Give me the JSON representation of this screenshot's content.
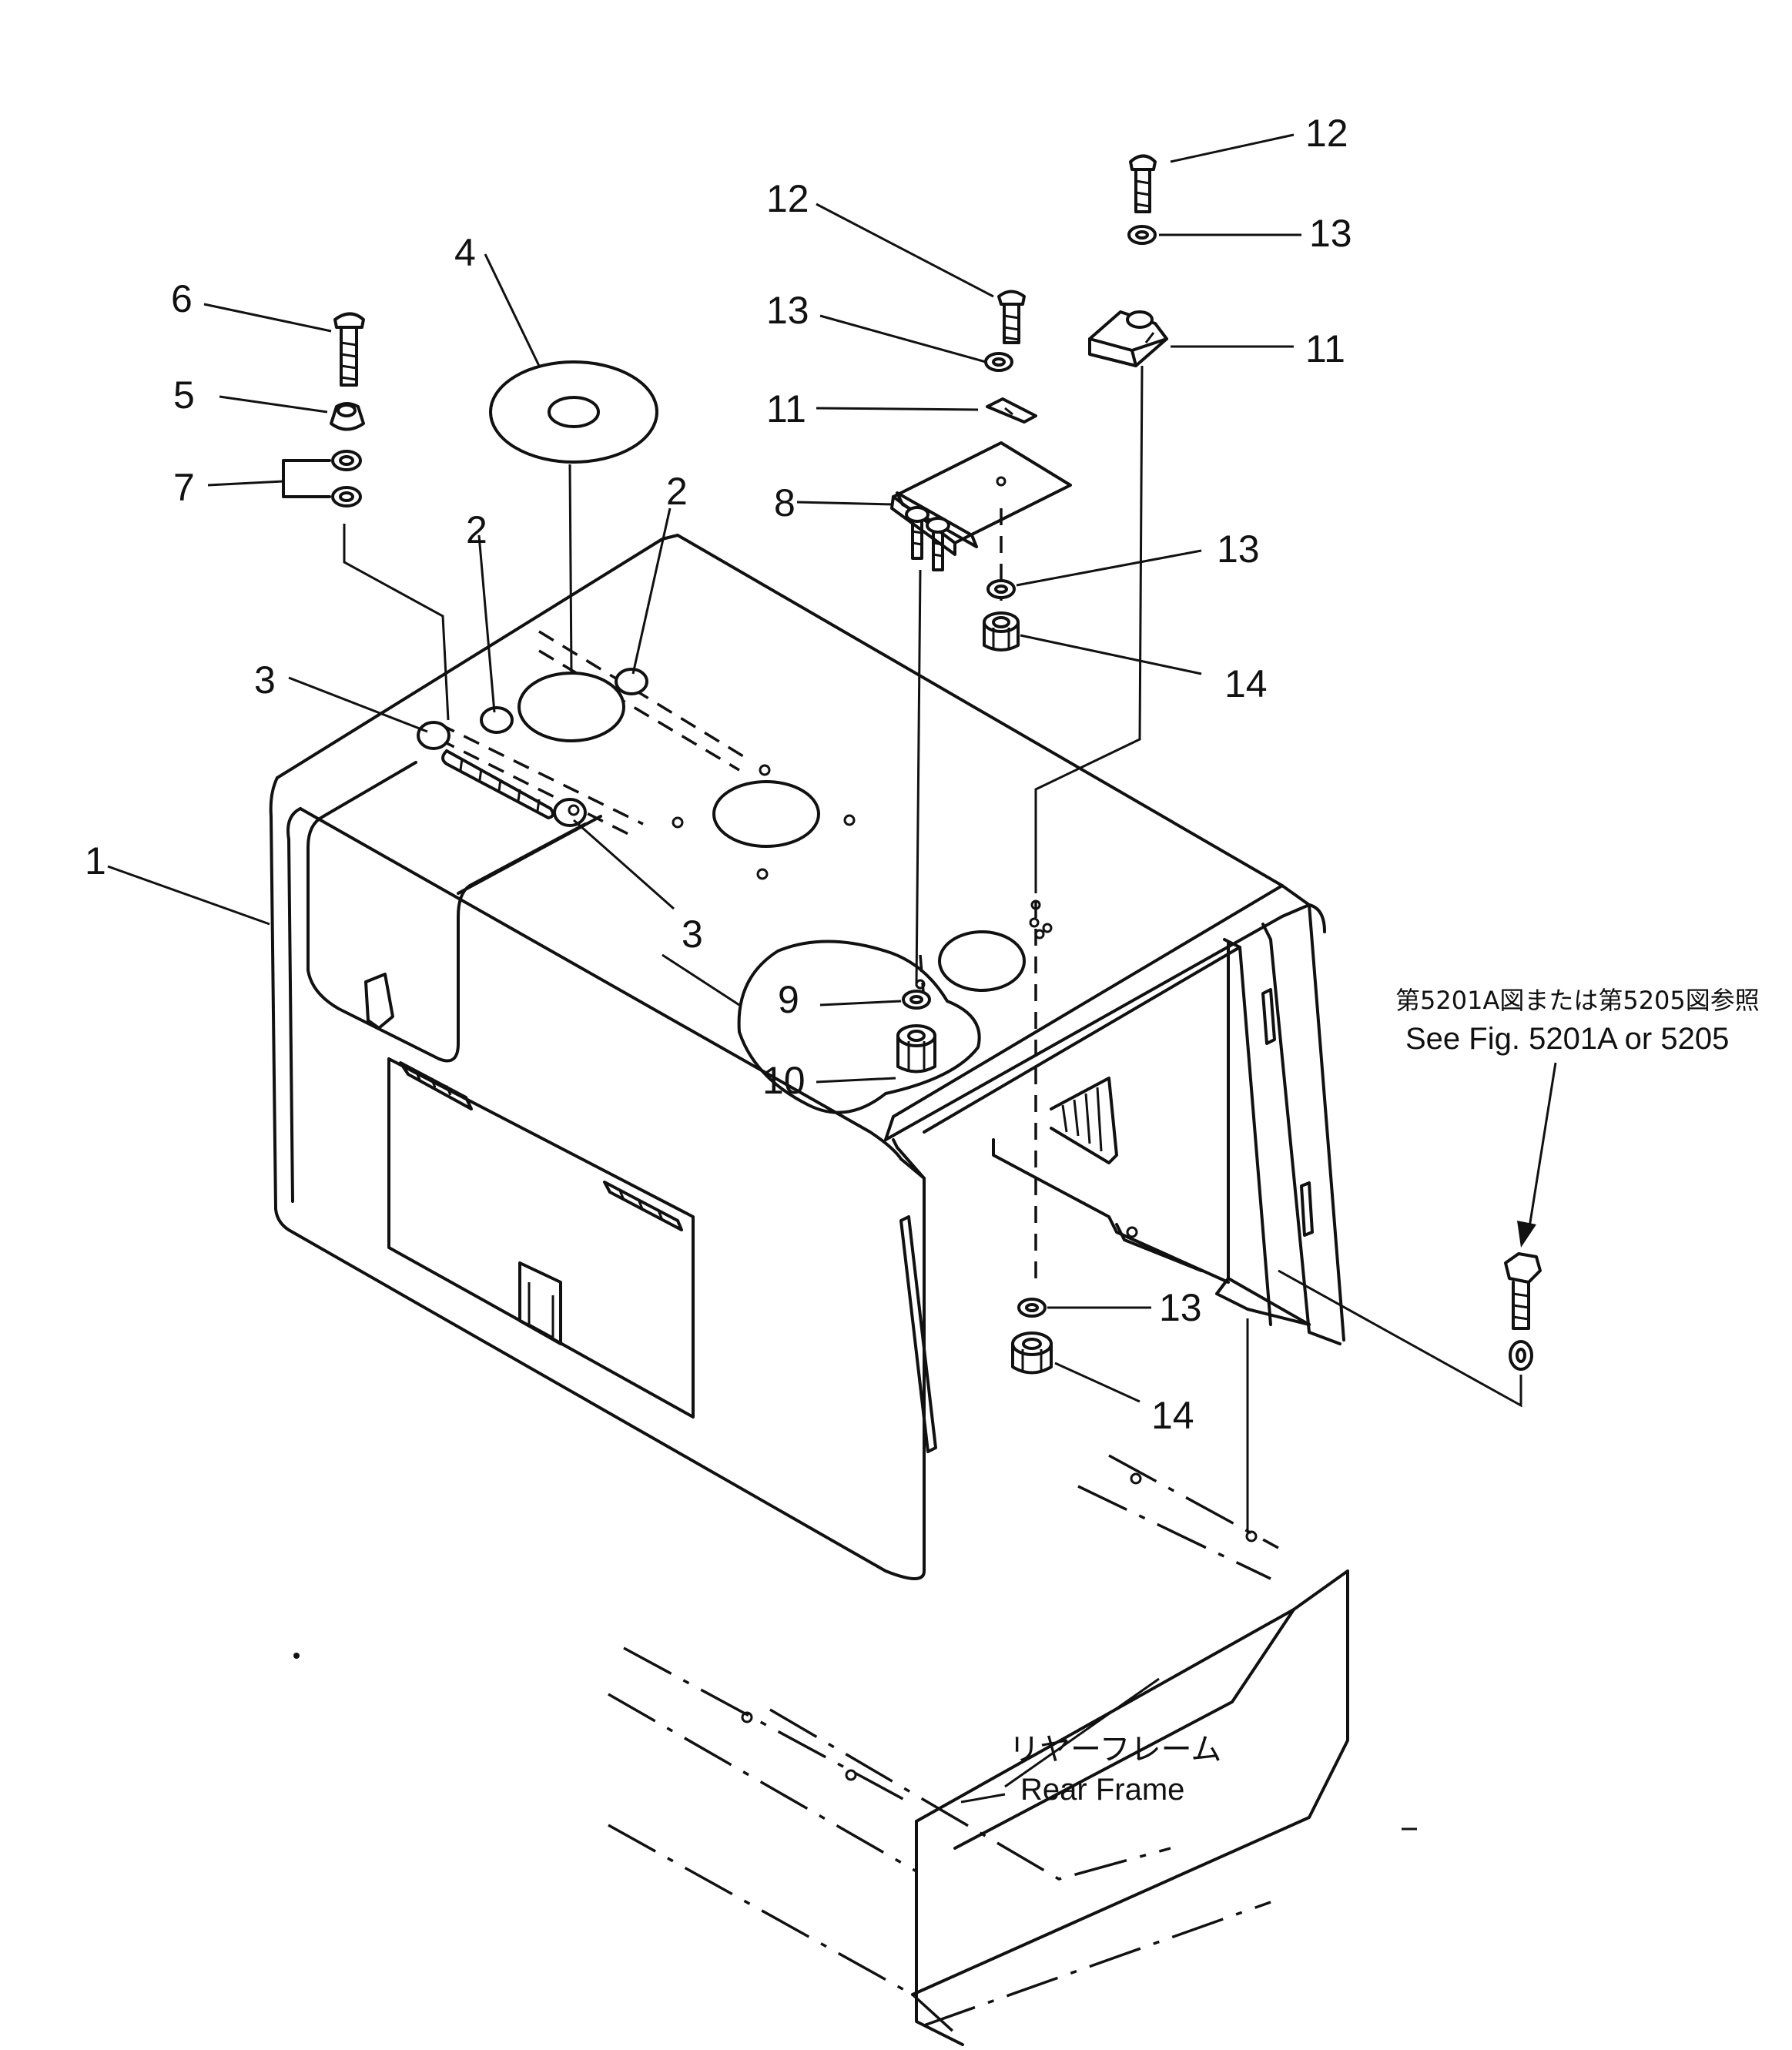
{
  "callouts": [
    {
      "id": "c1",
      "label": "1"
    },
    {
      "id": "c2a",
      "label": "2"
    },
    {
      "id": "c2b",
      "label": "2"
    },
    {
      "id": "c3a",
      "label": "3"
    },
    {
      "id": "c3b",
      "label": "3"
    },
    {
      "id": "c4",
      "label": "4"
    },
    {
      "id": "c5",
      "label": "5"
    },
    {
      "id": "c6",
      "label": "6"
    },
    {
      "id": "c7",
      "label": "7"
    },
    {
      "id": "c8",
      "label": "8"
    },
    {
      "id": "c9",
      "label": "9"
    },
    {
      "id": "c10",
      "label": "10"
    },
    {
      "id": "c11a",
      "label": "11"
    },
    {
      "id": "c11b",
      "label": "11"
    },
    {
      "id": "c12a",
      "label": "12"
    },
    {
      "id": "c12b",
      "label": "12"
    },
    {
      "id": "c13a",
      "label": "13"
    },
    {
      "id": "c13b",
      "label": "13"
    },
    {
      "id": "c13c",
      "label": "13"
    },
    {
      "id": "c13d",
      "label": "13"
    },
    {
      "id": "c14a",
      "label": "14"
    },
    {
      "id": "c14b",
      "label": "14"
    }
  ],
  "notes": {
    "ref_jp": "第5201A図または第5205図参照",
    "ref_en": "See Fig. 5201A or 5205",
    "frame_jp": "リヤーフレーム",
    "frame_en": "Rear Frame"
  }
}
